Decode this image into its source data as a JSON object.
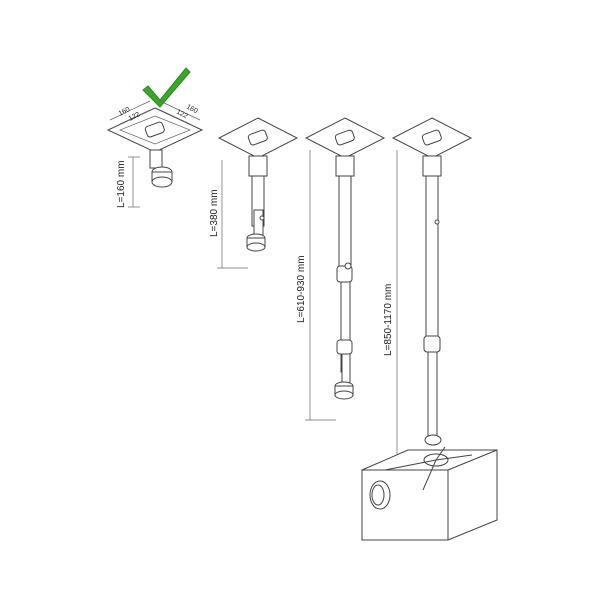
{
  "checkmark_color": "#3aa62a",
  "mounts": [
    {
      "length_label": "L=160 mm",
      "plate_dims": [
        "160",
        "122",
        "160",
        "122"
      ]
    },
    {
      "length_label": "L=380 mm"
    },
    {
      "length_label": "L=610-930 mm"
    },
    {
      "length_label": "L=850-1170 mm"
    }
  ]
}
